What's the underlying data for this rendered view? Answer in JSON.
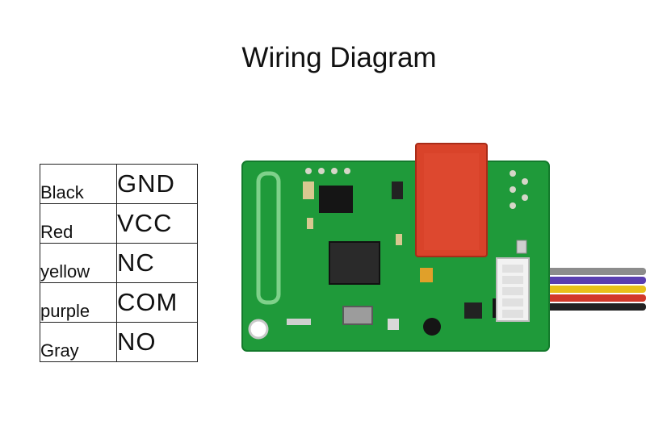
{
  "title": "Wiring Diagram",
  "wiring": [
    {
      "color": "Black",
      "signal": "GND"
    },
    {
      "color": "Red",
      "signal": "VCC"
    },
    {
      "color": "yellow",
      "signal": "NC"
    },
    {
      "color": "purple",
      "signal": "COM"
    },
    {
      "color": "Gray",
      "signal": "NO"
    }
  ],
  "module": {
    "pcb_color": "#1f9a3a",
    "relay_color": "#d9432a",
    "wire_colors": [
      "#8c8c8c",
      "#5a3fb0",
      "#e8c21a",
      "#d23a2a",
      "#222222"
    ]
  }
}
